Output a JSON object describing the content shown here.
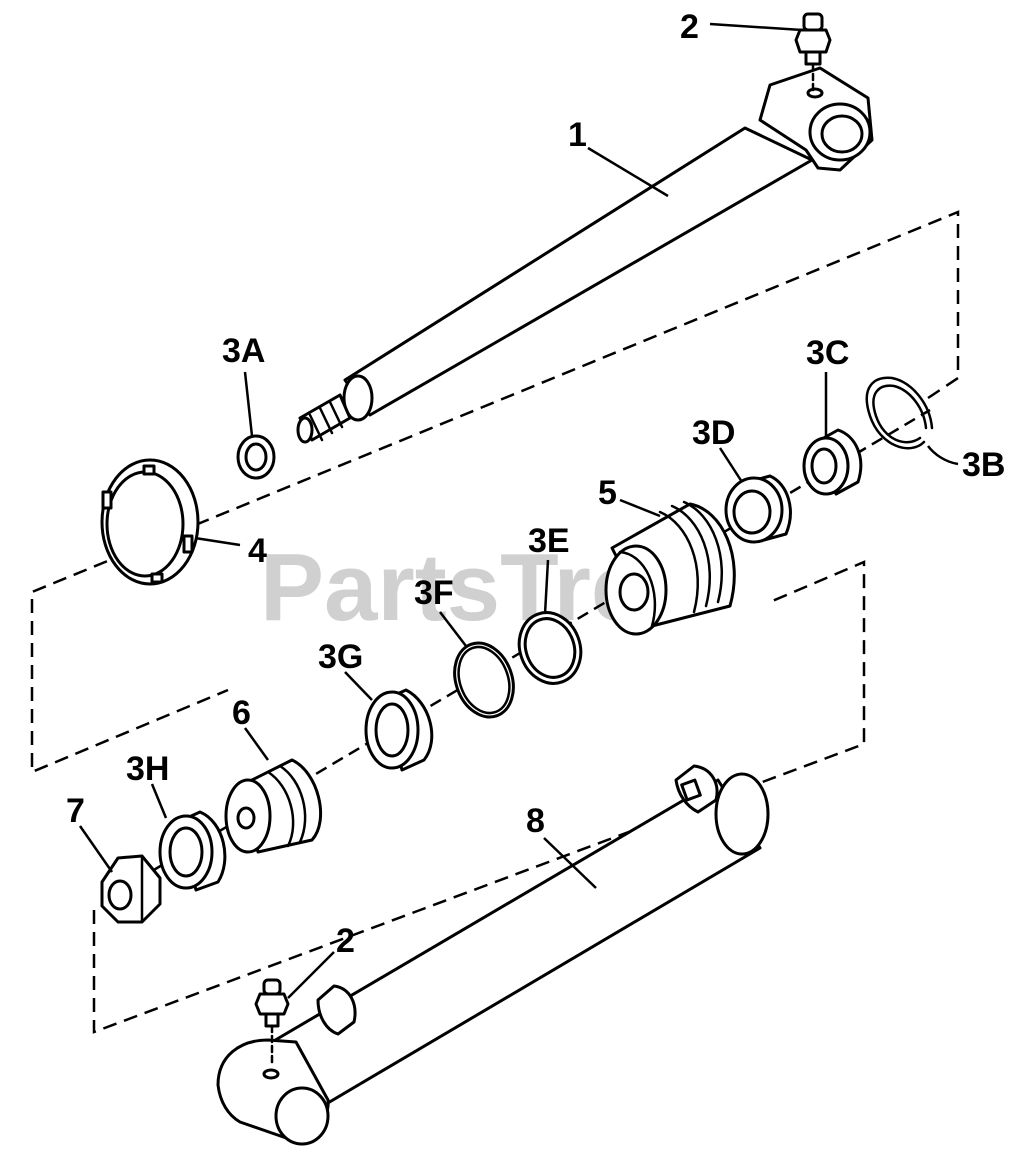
{
  "watermark": "PartsTree",
  "callouts": {
    "c1": "1",
    "c2_top": "2",
    "c2_bottom": "2",
    "c3A": "3A",
    "c3B": "3B",
    "c3C": "3C",
    "c3D": "3D",
    "c3E": "3E",
    "c3F": "3F",
    "c3G": "3G",
    "c3H": "3H",
    "c4": "4",
    "c5": "5",
    "c6": "6",
    "c7": "7",
    "c8": "8"
  },
  "colors": {
    "line": "#000000",
    "background": "#ffffff",
    "watermark": "#c8c8c8"
  }
}
